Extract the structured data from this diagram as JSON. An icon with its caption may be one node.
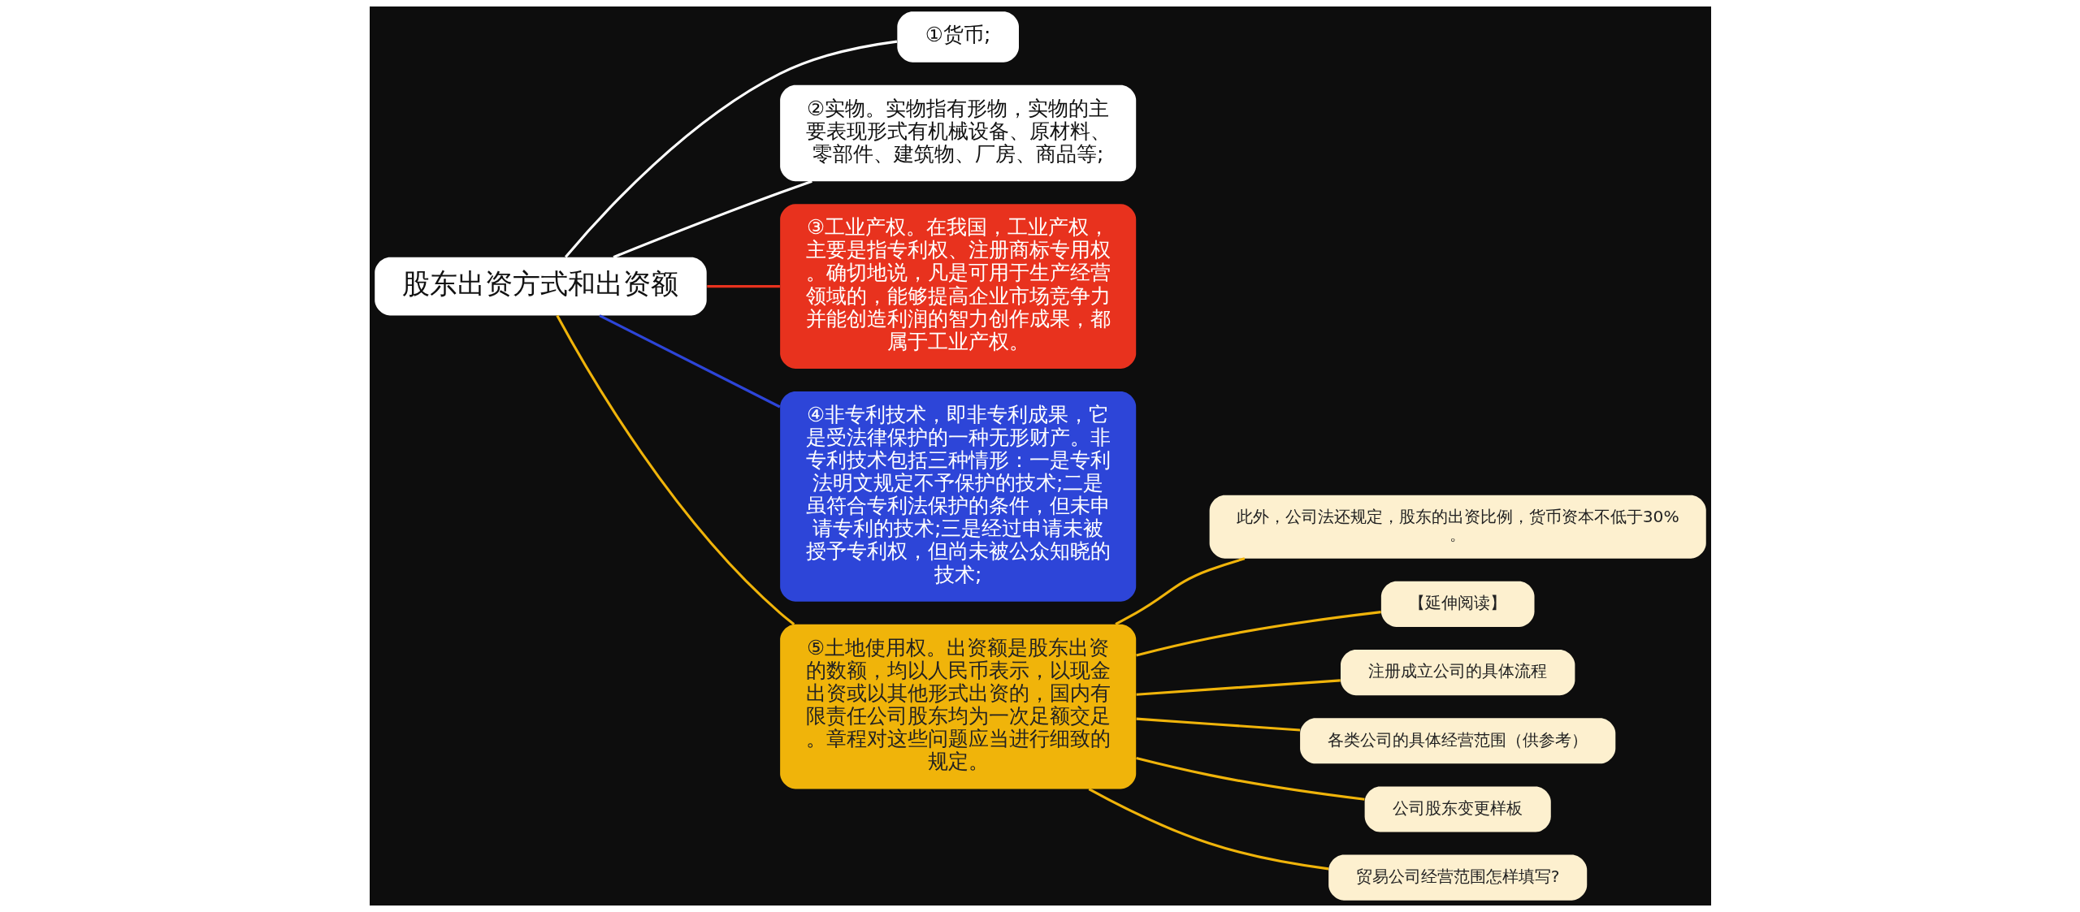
{
  "diagram": {
    "nodes": [
      {
        "text": [
          "股东出资方式和出资额"
        ]
      },
      {
        "text": [
          "①货币;"
        ]
      },
      {
        "text": [
          "②实物。实物指有形物，实物的主要表现形式有机械设备、原材料、零部件、建筑物、厂房、商品等;"
        ]
      },
      {
        "text": [
          "③工业产权。在我国，工业产权，主要是指专利权、注册商标专用权。确切地说，凡是可用于生产经营领域的，能够提高企业市场竞争力并能创造利润的智力创作成果，都属于工业产权。"
        ]
      },
      {
        "text": [
          "④非专利技术，即非专利成果，它是受法律保护的一种无形财产。非专利技术包括三种情形：一是专利法明文规定不予保护的技术;二是虽符合专利法保护的条件，但未申请专利的技术;三是经过申请未被授予专利权，但尚未被公众知晓的技术;"
        ]
      },
      {
        "text": [
          "⑤土地使用权。出资额是股东出资的数额，均以人民币表示，以现金出资或以其他形式出资的，国内有限责任公司股东均为一次足额交足。章程对这些问题应当进行细致的规定。"
        ]
      },
      {
        "text": [
          "此外，公司法还规定，股东的出资比例，货币资本不低于30%。"
        ]
      },
      {
        "text": [
          "【延伸阅读】"
        ]
      },
      {
        "text": [
          "注册成立公司的具体流程"
        ]
      },
      {
        "text": [
          "各类公司的具体经营范围（供参考）"
        ]
      },
      {
        "text": [
          "公司股东变更样板"
        ]
      },
      {
        "text": [
          "贸易公司经营范围怎样填写?"
        ]
      }
    ],
    "edges": [
      {
        "from": 0,
        "to": 1,
        "arrow": "none",
        "color": "#ffffff"
      },
      {
        "from": 0,
        "to": 2,
        "arrow": "none",
        "color": "#ffffff"
      },
      {
        "from": 0,
        "to": 3,
        "arrow": "none",
        "color": "#e8321e"
      },
      {
        "from": 0,
        "to": 4,
        "arrow": "none",
        "color": "#2d45d8"
      },
      {
        "from": 0,
        "to": 5,
        "arrow": "none"
      },
      {
        "from": 5,
        "to": 6,
        "arrow": "none"
      },
      {
        "from": 5,
        "to": 7,
        "arrow": "none"
      },
      {
        "from": 5,
        "to": 8,
        "arrow": "none"
      },
      {
        "from": 5,
        "to": 9,
        "arrow": "none"
      },
      {
        "from": 5,
        "to": 10,
        "arrow": "none"
      },
      {
        "from": 5,
        "to": 11,
        "arrow": "none"
      }
    ]
  }
}
